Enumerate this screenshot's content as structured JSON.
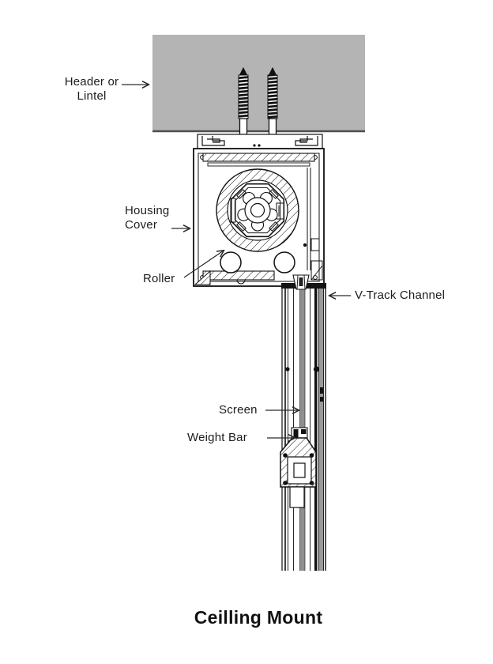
{
  "diagram": {
    "title": "Ceilling Mount",
    "labels": {
      "header_line1": "Header or",
      "header_line2": "Lintel",
      "housing_line1": "Housing",
      "housing_line2": "Cover",
      "roller": "Roller",
      "vtrack": "V-Track Channel",
      "screen": "Screen",
      "weight_bar": "Weight Bar"
    },
    "colors": {
      "background": "#ffffff",
      "header_fill": "#b4b4b4",
      "header_edge": "#4f4f4f",
      "screen_gray": "#8f8f8f",
      "line": "#1a1a1a",
      "label_text": "#1c1c1c"
    }
  }
}
